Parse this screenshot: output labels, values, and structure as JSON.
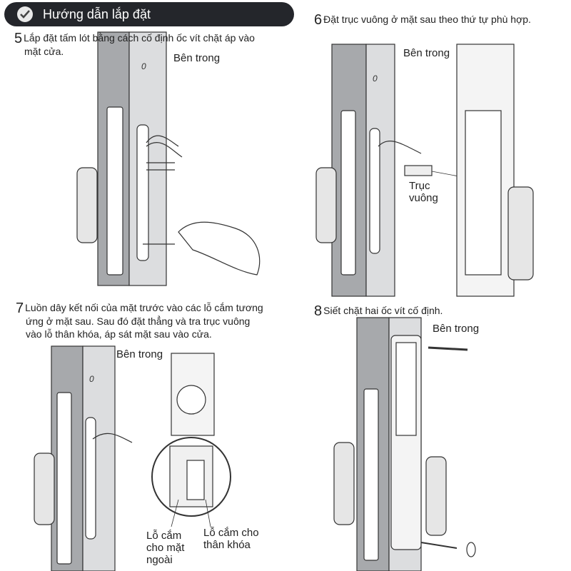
{
  "header": {
    "title": "Hướng dẫn lắp đặt",
    "icon": "check-circle-icon"
  },
  "steps": [
    {
      "number": "5",
      "text_line1": "Lắp đặt tấm lót bằng cách cố định ốc vít chặt áp vào",
      "text_line2": "mặt cửa.",
      "labels": {
        "inside": "Bên trong"
      }
    },
    {
      "number": "6",
      "text": "Đặt trục vuông ở mặt sau theo thứ tự phù hợp.",
      "labels": {
        "inside": "Bên trong",
        "spindle_1": "Trục",
        "spindle_2": "vuông"
      }
    },
    {
      "number": "7",
      "text_line1": "Luồn dây kết nối của mặt trước vào các lỗ cắm tương",
      "text_line2": "ứng ở mặt sau. Sau đó đặt thẳng và tra trục vuông",
      "text_line3": "vào lỗ thân khóa, áp sát mặt sau vào cửa.",
      "labels": {
        "inside": "Bên trong",
        "front_socket_1": "Lỗ cắm",
        "front_socket_2": "cho mặt",
        "front_socket_3": "ngoài",
        "body_socket_1": "Lỗ cắm cho",
        "body_socket_2": "thân khóa"
      }
    },
    {
      "number": "8",
      "text": "Siết chặt hai ốc vít cố định.",
      "labels": {
        "inside": "Bên trong"
      }
    }
  ],
  "door_mark": "0"
}
